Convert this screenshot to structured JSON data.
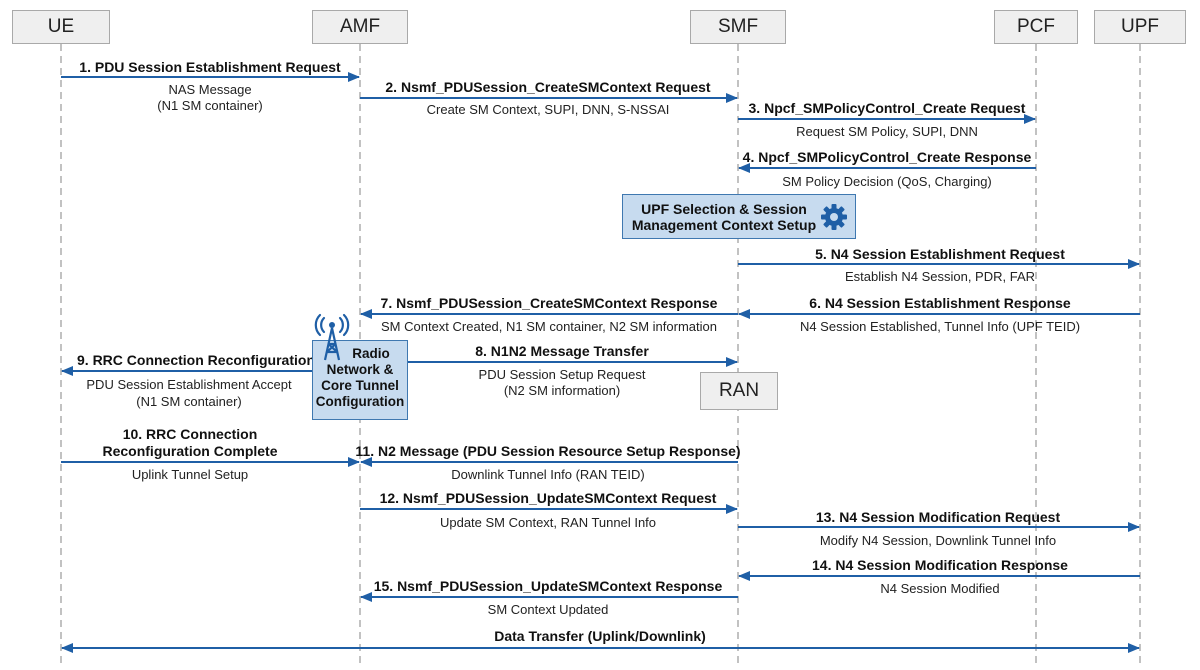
{
  "entities": {
    "ue": "UE",
    "amf": "AMF",
    "smf": "SMF",
    "pcf": "PCF",
    "upf": "UPF",
    "ran": "RAN"
  },
  "messages": [
    {
      "label": "1. PDU Session Establishment Request",
      "sub": [
        "NAS Message",
        "(N1 SM container)"
      ]
    },
    {
      "label": "2. Nsmf_PDUSession_CreateSMContext Request",
      "sub": [
        "Create SM Context, SUPI, DNN, S-NSSAI"
      ]
    },
    {
      "label": "3. Npcf_SMPolicyControl_Create Request",
      "sub": [
        "Request SM Policy, SUPI, DNN"
      ]
    },
    {
      "label": "4. Npcf_SMPolicyControl_Create Response",
      "sub": [
        "SM Policy Decision (QoS, Charging)"
      ]
    },
    {
      "label": "5. N4 Session Establishment Request",
      "sub": [
        "Establish N4 Session, PDR, FAR"
      ]
    },
    {
      "label": "6. N4 Session Establishment Response",
      "sub": [
        "N4 Session Established, Tunnel Info (UPF TEID)"
      ]
    },
    {
      "label": "7. Nsmf_PDUSession_CreateSMContext Response",
      "sub": [
        "SM Context Created, N1 SM container, N2 SM information"
      ]
    },
    {
      "label": "8. N1N2 Message Transfer",
      "sub": [
        "PDU Session Setup Request",
        "(N2 SM information)"
      ]
    },
    {
      "label": "9. RRC Connection Reconfiguration",
      "sub": [
        "PDU Session Establishment Accept",
        "(N1 SM container)"
      ]
    },
    {
      "label": "10. RRC Connection",
      "label2": "Reconfiguration Complete",
      "sub": [
        "Uplink Tunnel Setup"
      ]
    },
    {
      "label": "11. N2 Message (PDU Session Resource Setup Response)",
      "sub": [
        "Downlink Tunnel Info (RAN TEID)"
      ]
    },
    {
      "label": "12. Nsmf_PDUSession_UpdateSMContext Request",
      "sub": [
        "Update SM Context, RAN Tunnel Info"
      ]
    },
    {
      "label": "13. N4 Session Modification Request",
      "sub": [
        "Modify N4 Session, Downlink Tunnel Info"
      ]
    },
    {
      "label": "14. N4 Session Modification Response",
      "sub": [
        "N4 Session Modified"
      ]
    },
    {
      "label": "15. Nsmf_PDUSession_UpdateSMContext Response",
      "sub": [
        "SM Context Updated"
      ]
    },
    {
      "label": "Data Transfer (Uplink/Downlink)",
      "sub": []
    }
  ],
  "callouts": {
    "upf_selection": [
      "UPF Selection & Session",
      "Management Context Setup"
    ],
    "radio": [
      "Radio",
      "Network &",
      "Core Tunnel",
      "Configuration"
    ]
  },
  "icons": {
    "gear": "gear-icon",
    "tower": "radio-tower-icon"
  },
  "colors": {
    "arrow": "#1f5fa6",
    "callout_fill": "#c7dbef",
    "callout_border": "#3f78b0",
    "lifeline": "#9a9a9a"
  }
}
